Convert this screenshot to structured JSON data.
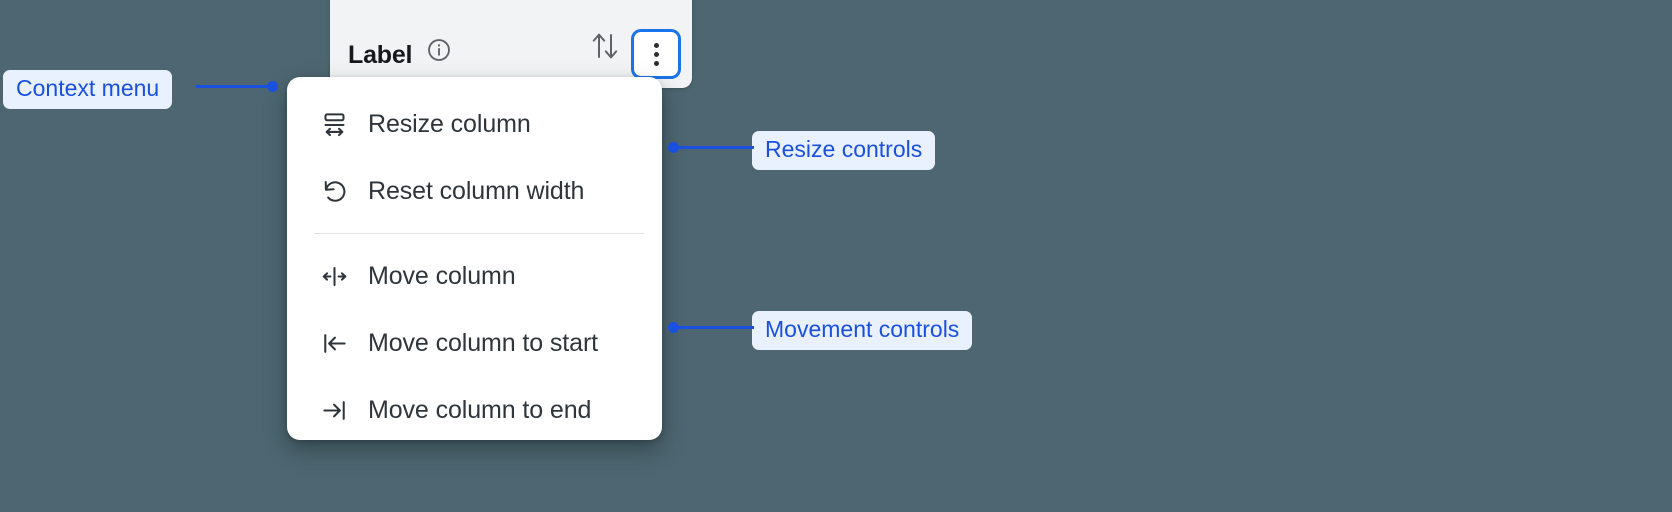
{
  "background_color": "#4d6671",
  "accent_color": "#1a73e8",
  "annotation_color": "#1a50e0",
  "annotation_pill_bg": "#eaf1fe",
  "column_header": {
    "label": "Label",
    "info_icon": "info-circle-icon",
    "sort_icon": "sort-ascending-descending-icon",
    "menu_button_icon": "kebab-menu-icon",
    "panel_bg": "#f1f3f4"
  },
  "context_menu": {
    "groups": [
      {
        "name": "resize",
        "items": [
          {
            "label": "Resize column",
            "icon": "resize-column-icon"
          },
          {
            "label": "Reset column width",
            "icon": "reset-rotate-ccw-icon"
          }
        ]
      },
      {
        "name": "movement",
        "items": [
          {
            "label": "Move column",
            "icon": "move-column-icon"
          },
          {
            "label": "Move column to start",
            "icon": "move-to-start-icon"
          },
          {
            "label": "Move column to end",
            "icon": "move-to-end-icon"
          }
        ]
      }
    ]
  },
  "annotations": [
    {
      "label": "Context menu"
    },
    {
      "label": "Resize controls"
    },
    {
      "label": "Movement controls"
    }
  ]
}
